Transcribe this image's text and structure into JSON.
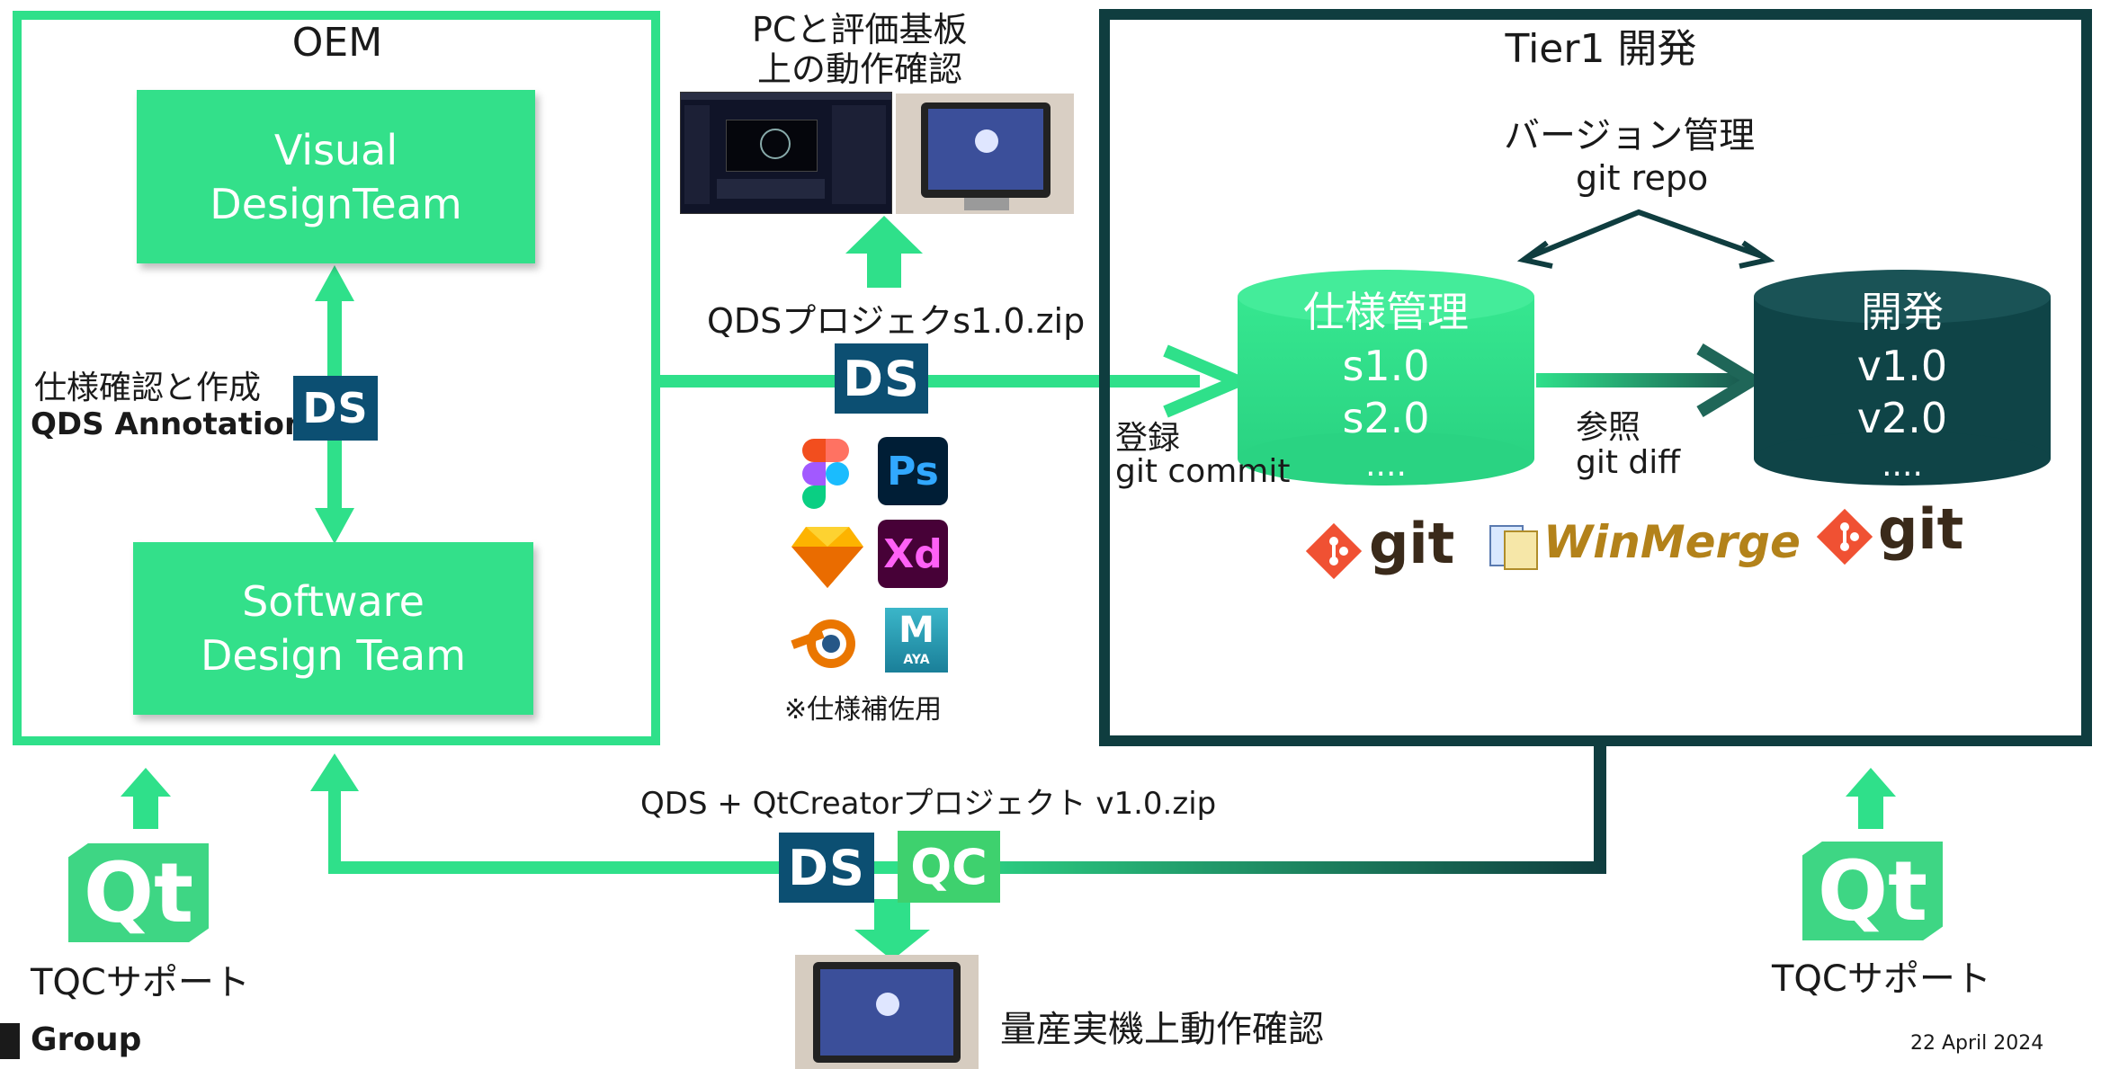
{
  "oem": {
    "title": "OEM",
    "visual_team": "Visual\nDesignTeam",
    "software_team": "Software\nDesign Team",
    "spec_check_label": "仕様確認と作成",
    "annotations_label": "QDS Annotations"
  },
  "preview": {
    "title_line1": "PCと評価基板",
    "title_line2": "上の動作確認"
  },
  "center": {
    "qds_project_label": "QDSプロジェクs1.0.zip",
    "tools_note": "※仕様補佐用",
    "tools": [
      "figma-icon",
      "photoshop-icon",
      "sketch-icon",
      "xd-icon",
      "blender-icon",
      "maya-icon"
    ],
    "ps": "Ps",
    "xd": "Xd",
    "maya": "M",
    "maya_sub": "AYA"
  },
  "tier1": {
    "title": "Tier1 開発",
    "version_mgmt": "バージョン管理",
    "git_repo": "git repo",
    "spec_db": {
      "title": "仕様管理",
      "v1": "s1.0",
      "v2": "s2.0",
      "more": "...."
    },
    "dev_db": {
      "title": "開発",
      "v1": "v1.0",
      "v2": "v2.0",
      "more": "...."
    },
    "register": "登録",
    "git_commit": "git commit",
    "reference": "参照",
    "git_diff": "git diff",
    "git_word": "git",
    "winmerge": "WinMerge"
  },
  "bottom": {
    "combined_project_label": "QDS + QtCreatorプロジェクト v1.0.zip",
    "mass_production_label": "量産実機上動作確認",
    "tqc_left": "TQCサポート",
    "tqc_right": "TQCサポート",
    "qt_logo": "Qt",
    "ds_logo": "DS",
    "qc_logo": "QC",
    "footer_group": "Group",
    "footer_date": "22 April 2024"
  },
  "colors": {
    "green": "#33e08a",
    "dark_teal": "#0f3d3f",
    "ds_blue": "#0c4f72"
  }
}
